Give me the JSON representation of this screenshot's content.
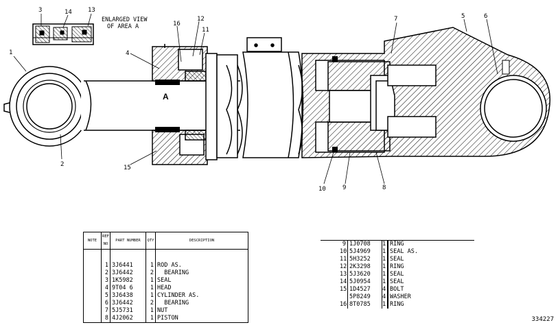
{
  "enlarged_view": {
    "line1": "ENLARGED VIEW",
    "line2": "OF AREA A"
  },
  "area_label": "A",
  "callouts": [
    "1",
    "2",
    "3",
    "4",
    "5",
    "6",
    "7",
    "8",
    "9",
    "10",
    "11",
    "12",
    "13",
    "14",
    "15",
    "16"
  ],
  "table_headers": {
    "note": "NOTE",
    "ref_no": "REF NO",
    "part_number": "PART NUMBER",
    "qty": "QTY",
    "description": "DESCRIPTION"
  },
  "parts_left": [
    {
      "ref": "1",
      "part": "3J6441",
      "qty": "1",
      "desc": "ROD AS."
    },
    {
      "ref": "2",
      "part": "3J6442",
      "qty": "2",
      "desc": "  BEARING"
    },
    {
      "ref": "3",
      "part": "1K5982",
      "qty": "1",
      "desc": "SEAL"
    },
    {
      "ref": "4",
      "part": "9T04 6",
      "qty": "1",
      "desc": "HEAD"
    },
    {
      "ref": "5",
      "part": "3J6438",
      "qty": "1",
      "desc": "CYLINDER AS."
    },
    {
      "ref": "6",
      "part": "3J6442",
      "qty": "2",
      "desc": "  BEARING"
    },
    {
      "ref": "7",
      "part": "5J5731",
      "qty": "1",
      "desc": "NUT"
    },
    {
      "ref": "8",
      "part": "4J2062",
      "qty": "1",
      "desc": "PISTON"
    }
  ],
  "parts_right": [
    {
      "ref": "9",
      "part": "1J0708",
      "qty": "1",
      "desc": "RING"
    },
    {
      "ref": "10",
      "part": "5J4969",
      "qty": "1",
      "desc": "SEAL AS."
    },
    {
      "ref": "11",
      "part": "5H3252",
      "qty": "1",
      "desc": "SEAL"
    },
    {
      "ref": "12",
      "part": "2K3298",
      "qty": "1",
      "desc": "RING"
    },
    {
      "ref": "13",
      "part": "5J3620",
      "qty": "1",
      "desc": "SEAL"
    },
    {
      "ref": "14",
      "part": "5J0954",
      "qty": "1",
      "desc": "SEAL"
    },
    {
      "ref": "15",
      "part": "1D4527",
      "qty": "4",
      "desc": "BOLT"
    },
    {
      "ref": "",
      "part": "5P8249",
      "qty": "4",
      "desc": "WASHER"
    },
    {
      "ref": "16",
      "part": "8T0785",
      "qty": "1",
      "desc": "RING"
    }
  ],
  "drawing_number": "334227"
}
